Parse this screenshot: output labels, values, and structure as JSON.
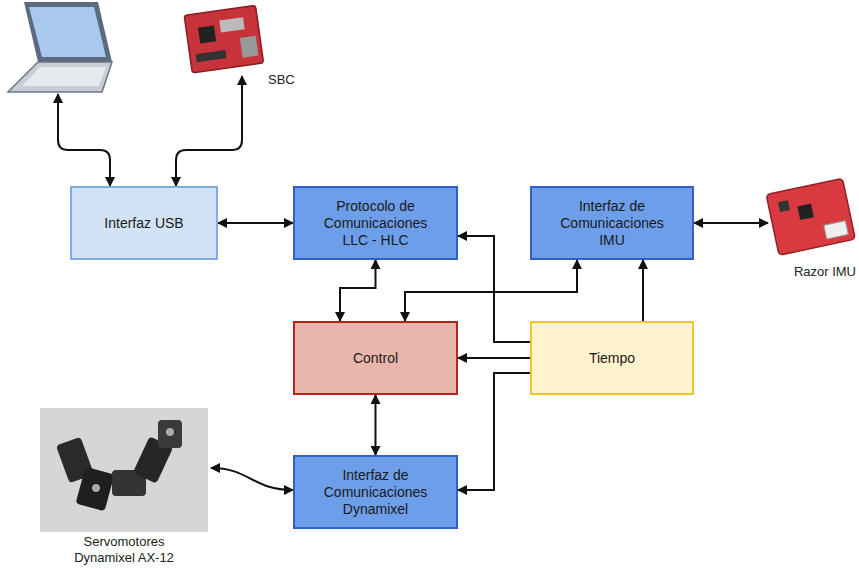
{
  "diagram": {
    "nodes": [
      {
        "text": [
          "Interfaz USB"
        ]
      },
      {
        "text": [
          "Protocolo de Comunicaciones LLC - HLC"
        ]
      },
      {
        "text": [
          "Interfaz de Comunicaciones IMU"
        ]
      },
      {
        "text": [
          "Control"
        ]
      },
      {
        "text": [
          "Tiempo"
        ]
      },
      {
        "text": [
          "Interfaz de Comunicaciones Dynamixel"
        ]
      }
    ],
    "edges": [
      {
        "from": 0,
        "to": 1,
        "arrow": "both"
      },
      {
        "from": 1,
        "to": 3,
        "arrow": "both"
      },
      {
        "from": 2,
        "to": 3,
        "arrow": "both"
      },
      {
        "from": 4,
        "to": 1,
        "arrow": "to"
      },
      {
        "from": 4,
        "to": 2,
        "arrow": "to"
      },
      {
        "from": 4,
        "to": 3,
        "arrow": "to"
      },
      {
        "from": 3,
        "to": 5,
        "arrow": "both"
      },
      {
        "from": 4,
        "to": 5,
        "arrow": "to"
      }
    ],
    "labels": [
      "SBC",
      "Razor IMU",
      "Servomotores Dynamixel AX-12"
    ]
  }
}
